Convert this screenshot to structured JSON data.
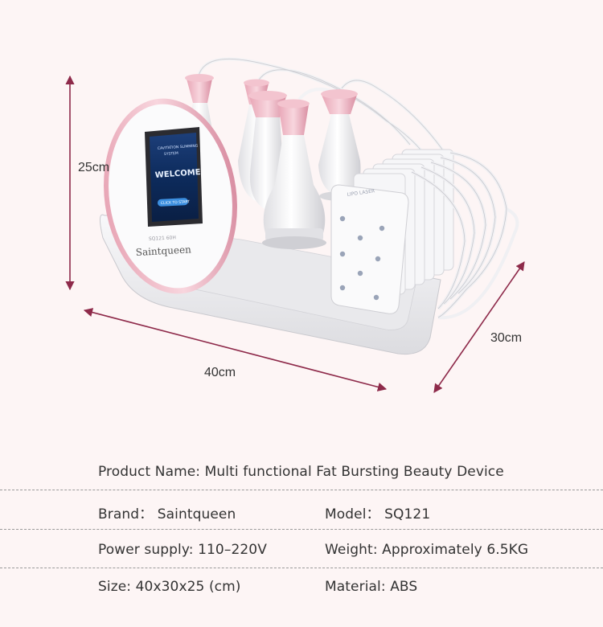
{
  "dimensions": {
    "height": "25cm",
    "width": "40cm",
    "depth": "30cm"
  },
  "device": {
    "screen_line1": "CAVITATION SLIMMING",
    "screen_line2": "SYSTEM",
    "screen_welcome": "WELCOME",
    "screen_button": "CLICK TO START",
    "model_mark": "SQ121 60H",
    "brand_mark": "Saintqueen",
    "pad_label": "LIPO LASER"
  },
  "specs": {
    "product_name": "Product Name: Multi functional Fat Bursting Beauty Device",
    "brand": "Brand： Saintqueen",
    "model": "Model： SQ121",
    "power": "Power supply: 110–220V",
    "weight": "Weight: Approximately 6.5KG",
    "size": "Size: 40x30x25 (cm)",
    "material": "Material: ABS"
  },
  "colors": {
    "background": "#fdf5f5",
    "arrow": "#8e2a4a",
    "accent_pink": "#e7a3b2",
    "device_white": "#f1f1f3",
    "screen_blue": "#123a72"
  }
}
